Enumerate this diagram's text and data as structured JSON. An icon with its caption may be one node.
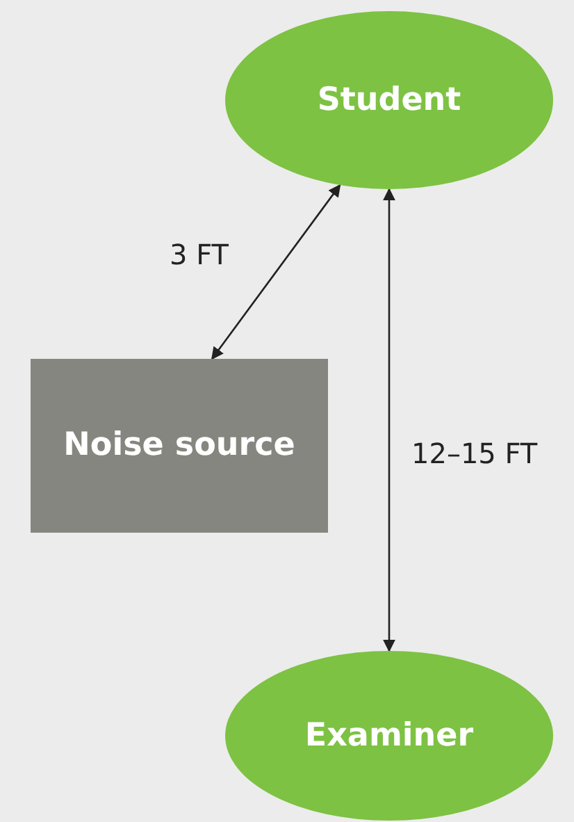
{
  "diagram": {
    "nodes": [
      {
        "text": [
          "Student"
        ]
      },
      {
        "text": [
          "Noise source"
        ]
      },
      {
        "text": [
          "Examiner"
        ]
      }
    ],
    "edges": [
      {
        "from": 0,
        "to": 1,
        "arrow": "both",
        "label": "3 FT"
      },
      {
        "from": 0,
        "to": 2,
        "arrow": "both",
        "label": "12–15 FT"
      }
    ]
  }
}
